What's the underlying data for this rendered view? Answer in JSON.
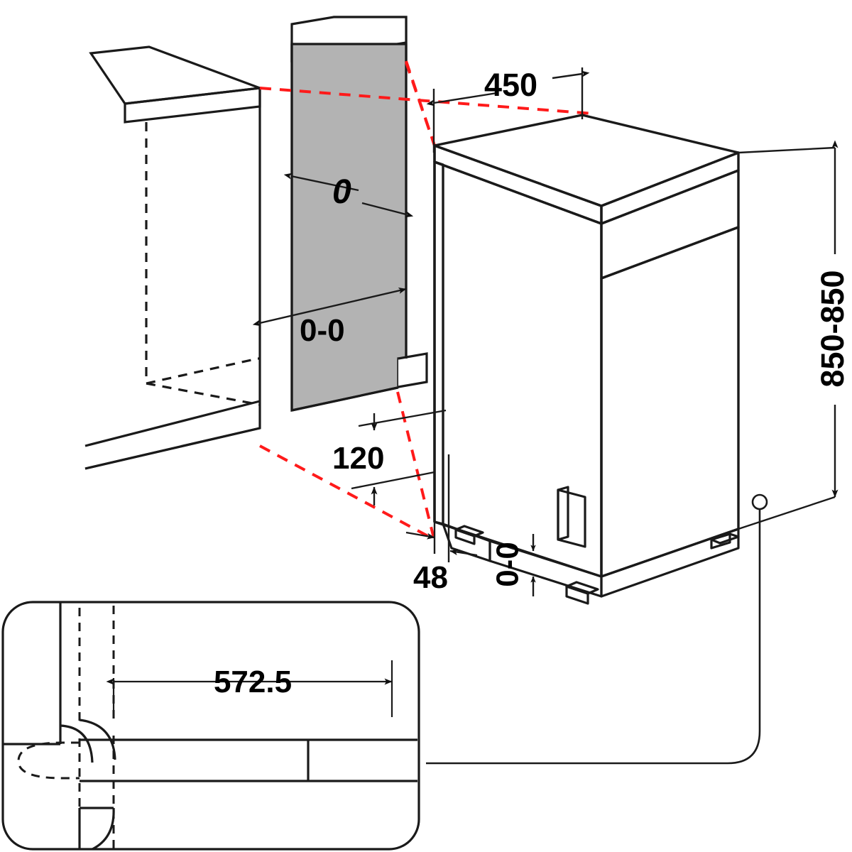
{
  "drawing": {
    "title": "Dishwasher installation dimension drawing",
    "units": "mm",
    "background_color": "#ffffff",
    "line_color": "#1a1a1a",
    "panel_fill_color": "#b3b3b3",
    "centerline_color": "#ff1a1a"
  },
  "dimensions": {
    "depth_450": "450",
    "niche_width_0": "0",
    "niche_label_0_0": "0-0",
    "height_850_850": "850-850",
    "plinth_120": "120",
    "offset_48": "48",
    "foot_gap_0_0": "0-0",
    "detail_572_5": "572.5"
  },
  "labels": {
    "gray_panel": "niche-panel",
    "appliance": "dishwasher-body",
    "cabinet": "adjacent-cabinet",
    "detail_view": "door-hinge-detail"
  }
}
